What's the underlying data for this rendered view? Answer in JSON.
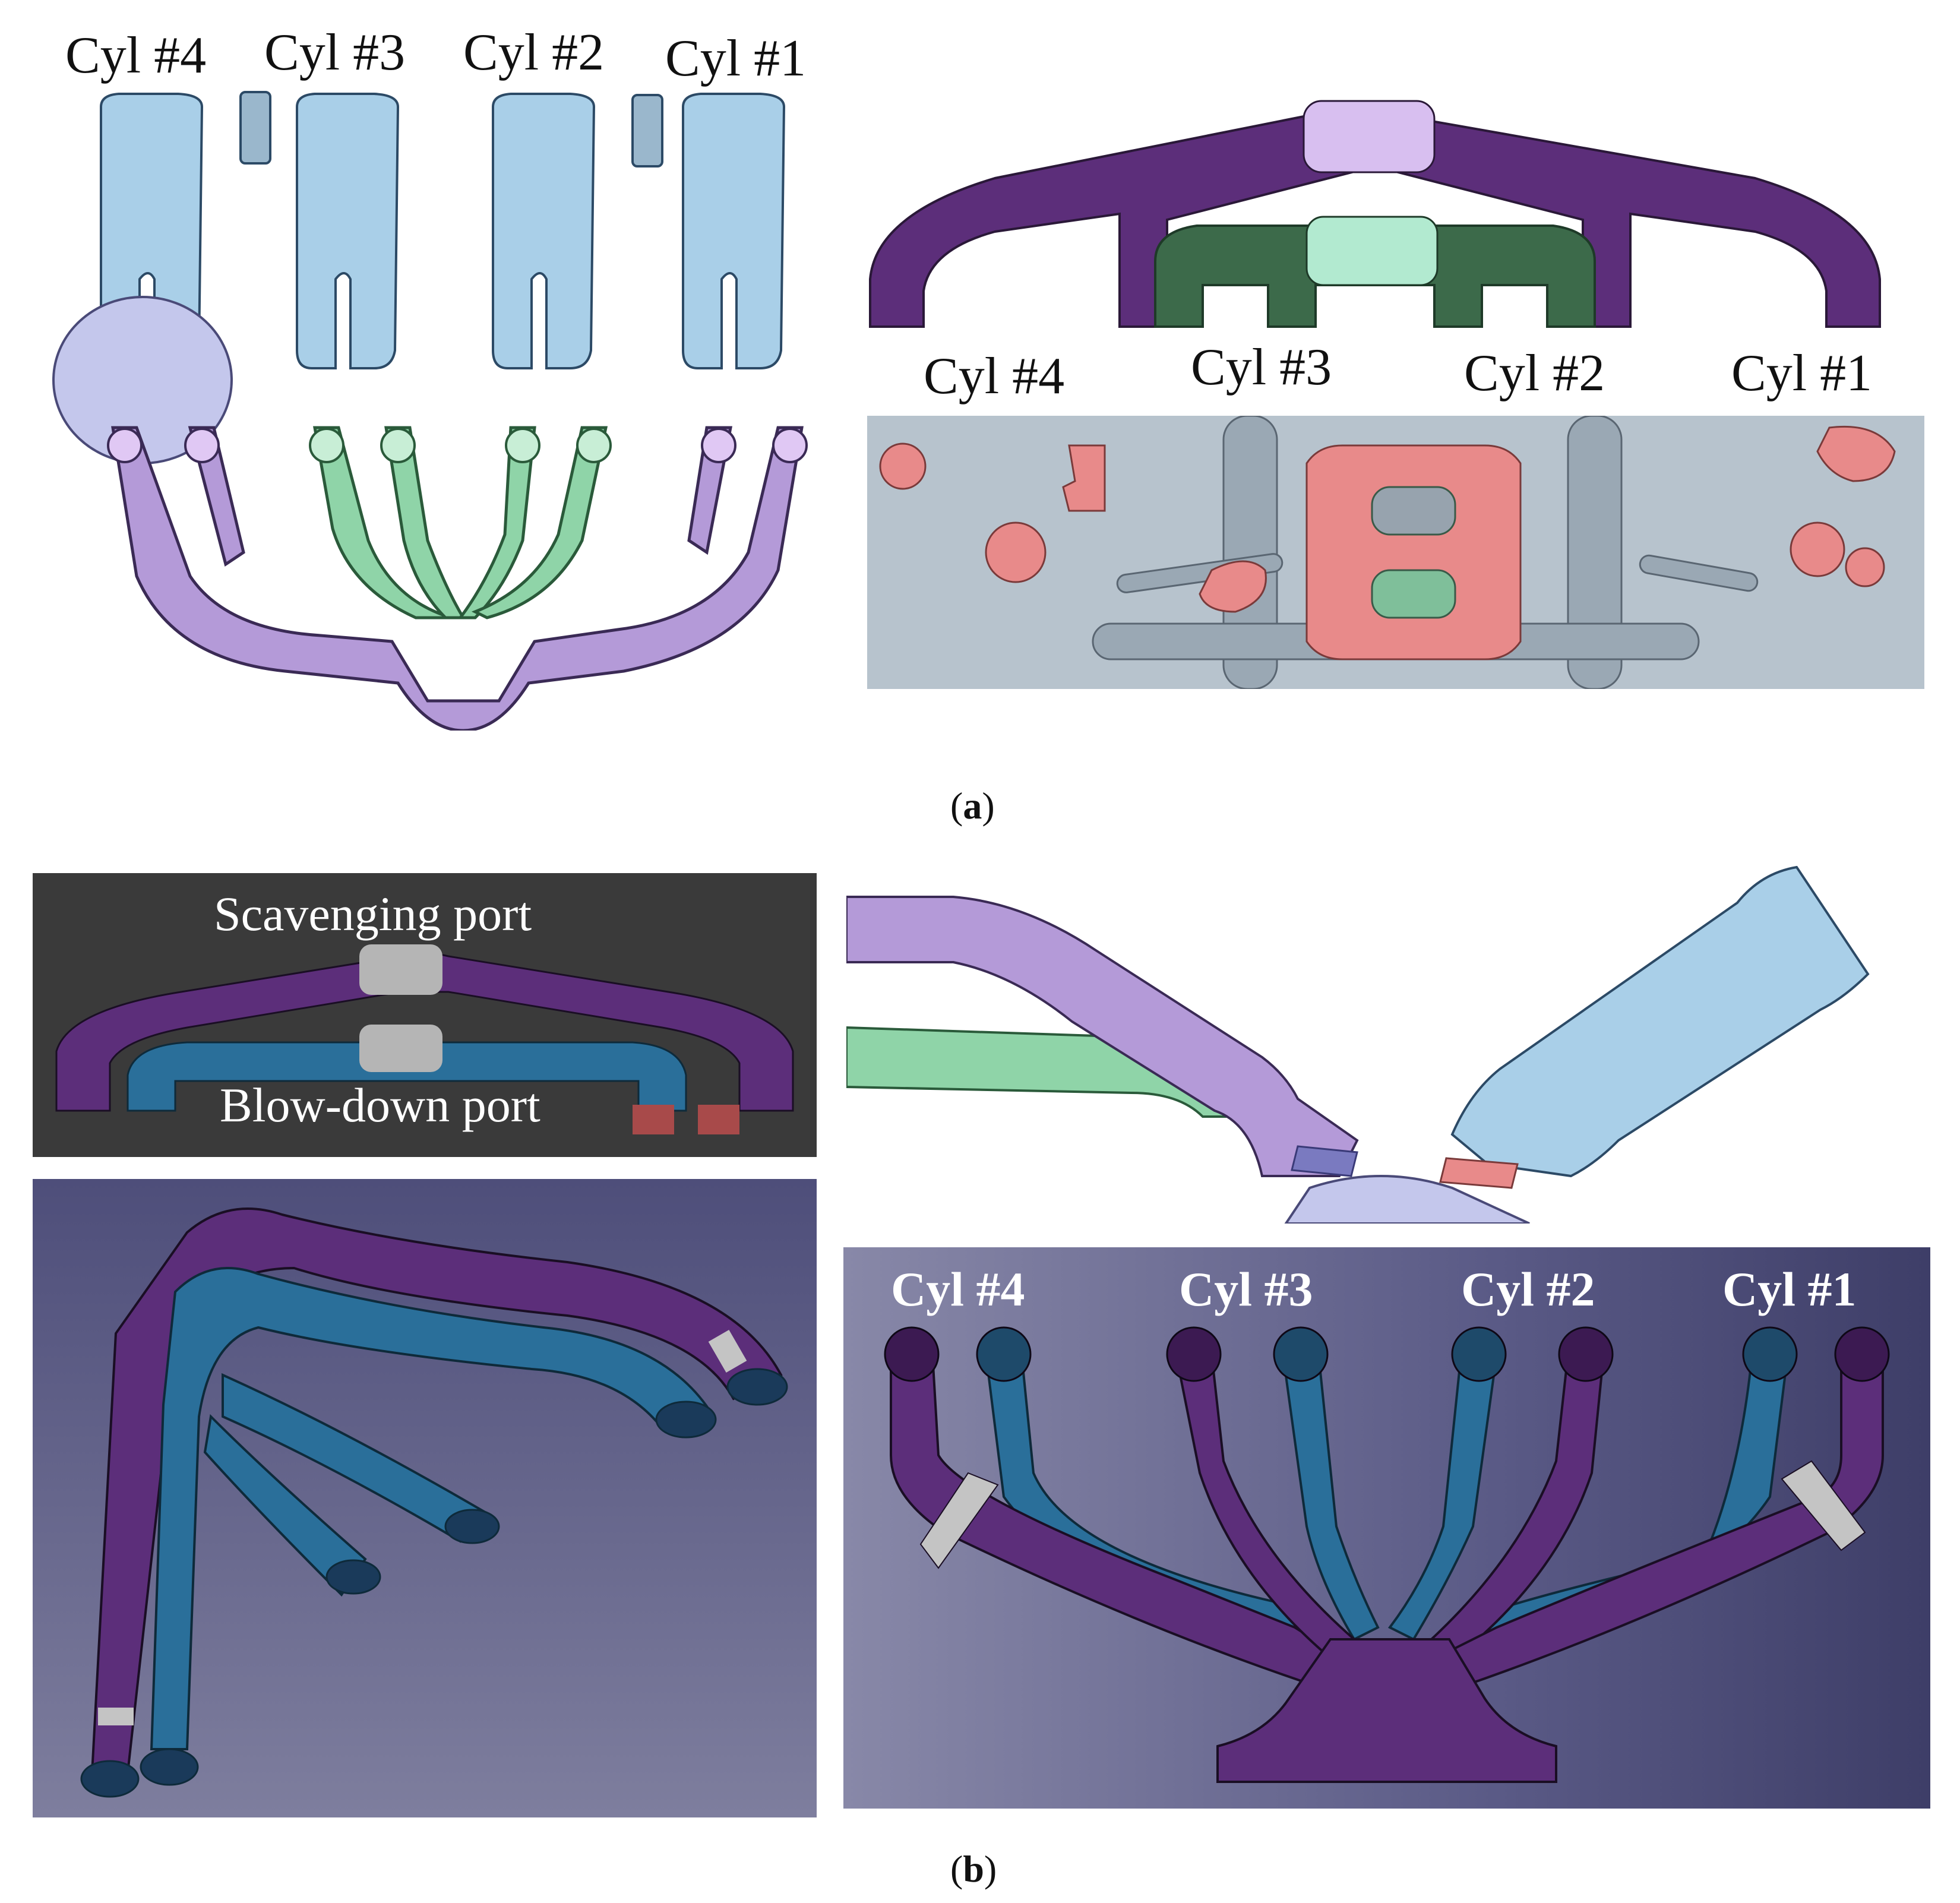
{
  "figure": {
    "caption_a": {
      "open": "(",
      "letter": "a",
      "close": ")"
    },
    "caption_b": {
      "open": "(",
      "letter": "b",
      "close": ")"
    }
  },
  "panel_a_left": {
    "labels": [
      "Cyl #4",
      "Cyl #3",
      "Cyl #2",
      "Cyl #1"
    ]
  },
  "panel_a_right": {
    "labels": [
      "Cyl #4",
      "Cyl #3",
      "Cyl #2",
      "Cyl #1"
    ]
  },
  "panel_b_top_left": {
    "scavenging_label": "Scavenging port",
    "blowdown_label": "Blow-down port"
  },
  "panel_b_bottom_right": {
    "labels": [
      "Cyl #4",
      "Cyl #3",
      "Cyl #2",
      "Cyl #1"
    ]
  },
  "colors": {
    "scavenging_purple": "#5c2e7a",
    "scavenging_light": "#b49ad8",
    "blowdown_green": "#8fd4a8",
    "blowdown_dark_green": "#3c6a4a",
    "intake_blue": "#a9cfe8",
    "blowdown_blue": "#2a6f9a",
    "flange_pink": "#e88a8a",
    "head_grey": "#c8d3dc",
    "viewport_dark": "#3a3a3a",
    "viewport_purple": "#5a5a86"
  }
}
